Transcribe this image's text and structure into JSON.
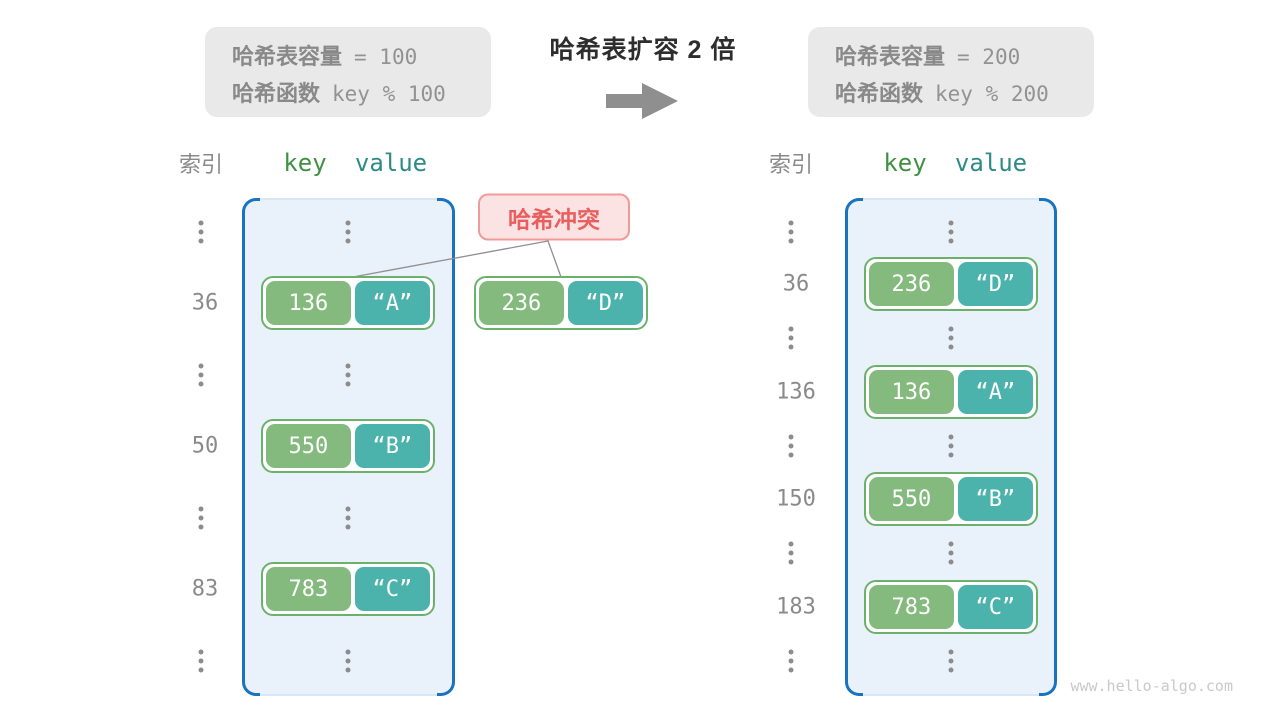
{
  "top": {
    "before_box": {
      "capacity_label": "哈希表容量",
      "capacity_value": "= 100",
      "hash_label": "哈希函数",
      "hash_value": "key % 100"
    },
    "title": "哈希表扩容 2 倍",
    "after_box": {
      "capacity_label": "哈希表容量",
      "capacity_value": "= 200",
      "hash_label": "哈希函数",
      "hash_value": "key % 200"
    }
  },
  "collision": {
    "label": "哈希冲突",
    "pair": {
      "key": "236",
      "value": "“D”"
    }
  },
  "left_table": {
    "index_header": "索引",
    "key_header": "key",
    "value_header": "value",
    "rows": [
      {
        "type": "dots"
      },
      {
        "type": "pair",
        "index": "36",
        "key": "136",
        "value": "“A”"
      },
      {
        "type": "dots"
      },
      {
        "type": "pair",
        "index": "50",
        "key": "550",
        "value": "“B”"
      },
      {
        "type": "dots"
      },
      {
        "type": "pair",
        "index": "83",
        "key": "783",
        "value": "“C”"
      },
      {
        "type": "dots"
      }
    ]
  },
  "right_table": {
    "index_header": "索引",
    "key_header": "key",
    "value_header": "value",
    "rows": [
      {
        "type": "dots"
      },
      {
        "type": "pair",
        "index": "36",
        "key": "236",
        "value": "“D”"
      },
      {
        "type": "dots"
      },
      {
        "type": "pair",
        "index": "136",
        "key": "136",
        "value": "“A”"
      },
      {
        "type": "dots"
      },
      {
        "type": "pair",
        "index": "150",
        "key": "550",
        "value": "“B”"
      },
      {
        "type": "dots"
      },
      {
        "type": "pair",
        "index": "183",
        "key": "783",
        "value": "“C”"
      },
      {
        "type": "dots"
      }
    ]
  },
  "watermark": "www.hello-algo.com",
  "colors": {
    "key_box": "#84ba7e",
    "value_box": "#4bb3ac",
    "pair_border": "#6cb16b",
    "table_fill": "#e9f2fb",
    "table_bracket": "#1b72bf",
    "collision_bg": "#fbe3e3",
    "collision_border": "#f09a9a",
    "collision_text": "#e95f5f",
    "key_header": "#3f9142",
    "value_header": "#2c8c85",
    "muted_text": "#8a8a8a",
    "info_box_bg": "#e9e9e9",
    "arrow": "#8f8f8f",
    "watermark": "#c9c9c9"
  }
}
